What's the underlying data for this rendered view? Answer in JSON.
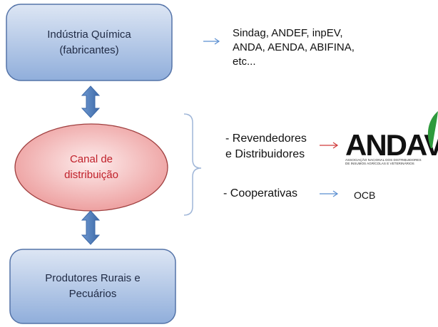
{
  "nodes": {
    "industry": {
      "line1": "Indústria Química",
      "line2": "(fabricantes)"
    },
    "distribution": {
      "line1": "Canal de",
      "line2": "distribuição"
    },
    "producers": {
      "line1": "Produtores Rurais e",
      "line2": "Pecuários"
    }
  },
  "industry_associations": {
    "line1": "Sindag, ANDEF, inpEV,",
    "line2": "ANDA, AENDA, ABIFINA,",
    "line3": "etc..."
  },
  "channels": {
    "resellers": {
      "line1": "- Revendedores",
      "line2": "e Distribuidores"
    },
    "cooperatives": {
      "label": "- Cooperativas",
      "target": "OCB"
    }
  },
  "logo": {
    "wordmark": "ANDAV",
    "tagline_line1": "ASSOCIAÇÃO NACIONAL DOS DISTRIBUIDORES",
    "tagline_line2": "DE INSUMOS AGRÍCOLAS E VETERINÁRIOS"
  },
  "colors": {
    "box_fill_top": "#dde6f4",
    "box_fill_bottom": "#90aedb",
    "box_border": "#5473a8",
    "ellipse_fill_center": "#fdecec",
    "ellipse_fill_edge": "#ec9a9a",
    "ellipse_border": "#a04040",
    "link_arrow": "#5b8fd1",
    "red_arrow": "#d03a3a",
    "brace": "#9fb6d8",
    "logo_green": "#2e9a3c"
  }
}
